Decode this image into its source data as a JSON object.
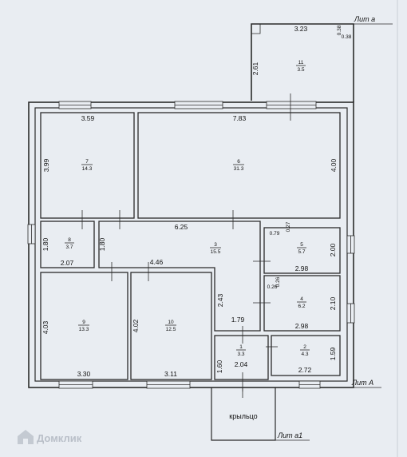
{
  "rooms": [
    {
      "num": "1",
      "area": "3.3"
    },
    {
      "num": "2",
      "area": "4.3"
    },
    {
      "num": "3",
      "area": "15.5"
    },
    {
      "num": "4",
      "area": "6.2"
    },
    {
      "num": "5",
      "area": "5.7"
    },
    {
      "num": "6",
      "area": "31.3"
    },
    {
      "num": "7",
      "area": "14.3"
    },
    {
      "num": "8",
      "area": "3.7"
    },
    {
      "num": "9",
      "area": "13.3"
    },
    {
      "num": "10",
      "area": "12.5"
    },
    {
      "num": "11",
      "area": "3.5"
    }
  ],
  "dims": {
    "r11_w": "3.23",
    "r11_h": "2.61",
    "r11_a": "0.38",
    "r11_b": "0.38",
    "r7_w": "3.59",
    "r7_h": "3.99",
    "r6_w": "7.83",
    "r6_h": "4.00",
    "r3_w": "6.25",
    "r3_w2": "4.46",
    "r3_h": "2.43",
    "r3_b": "1.79",
    "r8_h": "1.80",
    "r8_h2": "1.80",
    "r8_w": "2.07",
    "r5_a": "0.79",
    "r5_b": "0.27",
    "r5_h": "2.00",
    "r5_w": "2.98",
    "r4_a": "0.26",
    "r4_b": "0.26",
    "r4_h": "2.10",
    "r4_w": "2.98",
    "r9_h": "4.03",
    "r9_w": "3.30",
    "r10_h": "4.02",
    "r10_w": "3.11",
    "r1_h": "1.60",
    "r1_w": "2.04",
    "r2_h": "1.59",
    "r2_w": "2.72"
  },
  "labels": {
    "lit_a_small": "Лит а",
    "lit_A": "Лит А",
    "lit_a1": "Лит а1",
    "porch": "крыльцо"
  },
  "watermark": "Домклик"
}
